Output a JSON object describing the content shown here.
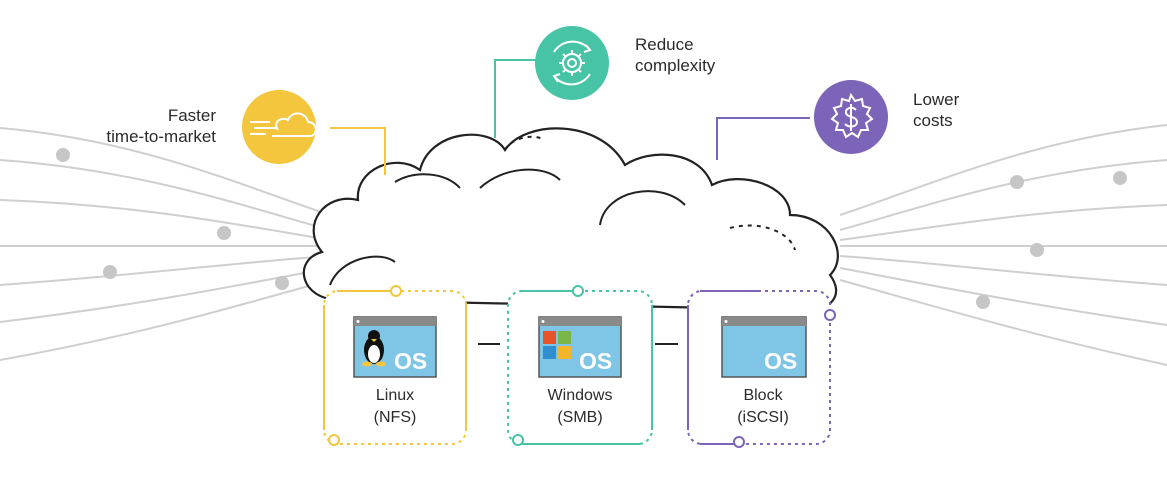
{
  "benefits": [
    {
      "lines": [
        "Faster",
        "time-to-market"
      ],
      "icon": "cloud-speed-icon",
      "color": "#f3c63d"
    },
    {
      "lines": [
        "Reduce",
        "complexity"
      ],
      "icon": "gear-cycle-icon",
      "color": "#47c4a6"
    },
    {
      "lines": [
        "Lower",
        "costs"
      ],
      "icon": "dollar-gear-icon",
      "color": "#7c64b8"
    }
  ],
  "platforms": [
    {
      "name": "Linux",
      "protocol": "(NFS)",
      "badge": "OS",
      "icon": "linux-penguin-icon",
      "color": "#f3c63d"
    },
    {
      "name": "Windows",
      "protocol": "(SMB)",
      "badge": "OS",
      "icon": "windows-logo-icon",
      "color": "#47c4a6"
    },
    {
      "name": "Block",
      "protocol": "(iSCSI)",
      "badge": "OS",
      "icon": "block-storage-icon",
      "color": "#7c64b8"
    }
  ],
  "colors": {
    "cloud_outline": "#222222",
    "lines": "#cfcfcf",
    "screen": "#7fc6e6",
    "titlebar": "#8a8a8a"
  }
}
